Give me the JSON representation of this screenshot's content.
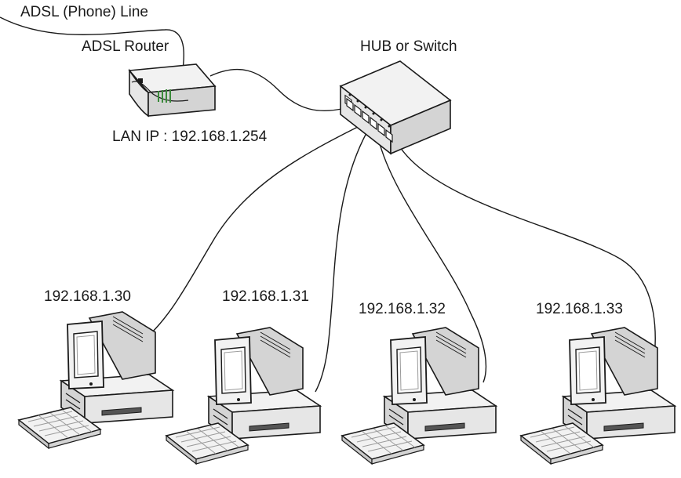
{
  "labels": {
    "adsl_line": "ADSL (Phone) Line",
    "router": "ADSL Router",
    "hub": "HUB or Switch",
    "lan_ip": "LAN IP : 192.168.1.254"
  },
  "computers": [
    {
      "ip": "192.168.1.30"
    },
    {
      "ip": "192.168.1.31"
    },
    {
      "ip": "192.168.1.32"
    },
    {
      "ip": "192.168.1.33"
    }
  ],
  "colors": {
    "line": "#1a1a1a",
    "device_light": "#f2f2f2",
    "device_mid": "#d4d4d4",
    "device_dark": "#9a9a9a",
    "router_led": "#3a8a3a"
  }
}
